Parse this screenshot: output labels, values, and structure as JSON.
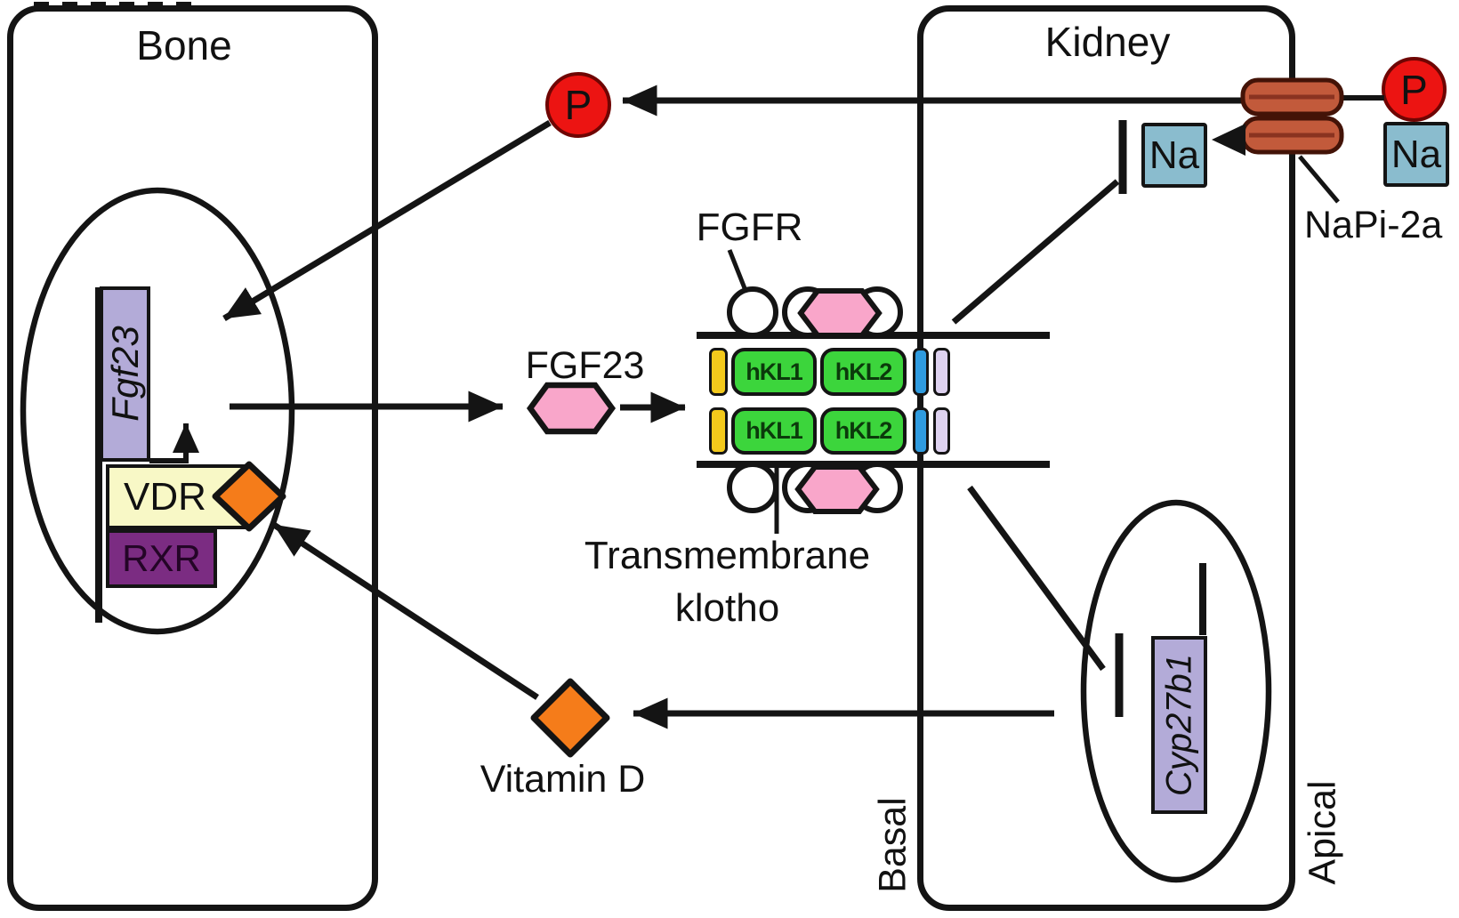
{
  "bone": {
    "title": "Bone",
    "gene_label": "Fgf23",
    "vdr_label": "VDR",
    "rxr_label": "RXR"
  },
  "signals": {
    "phosphate_symbol": "P",
    "fgf23_label": "FGF23",
    "vitamin_d_label": "Vitamin D"
  },
  "receptor": {
    "fgfr_label": "FGFR",
    "kl1_label": "hKL1",
    "kl2_label": "hKL2",
    "name_line1": "Transmembrane",
    "name_line2": "klotho"
  },
  "kidney": {
    "title": "Kidney",
    "sodium_symbol": "Na",
    "transporter_label": "NaPi-2a",
    "gene_label": "Cyp27b1",
    "basal_label": "Basal",
    "apical_label": "Apical"
  },
  "colors": {
    "gene_lavender": "#b3abd8",
    "vdr_yellow": "#f8f8c6",
    "rxr_purple": "#7b2c82",
    "vitamin_d_orange": "#f57c1a",
    "fgf23_pink": "#f9a6ca",
    "klotho_green": "#3cd53c",
    "bar_yellow": "#f3c91c",
    "bar_blue": "#2f9bdf",
    "bar_lavender": "#ded2f0",
    "transporter_sienna": "#c25a3b",
    "phosphate_red": "#ec1412",
    "sodium_blue": "#8abcce",
    "line_black": "#141414"
  }
}
